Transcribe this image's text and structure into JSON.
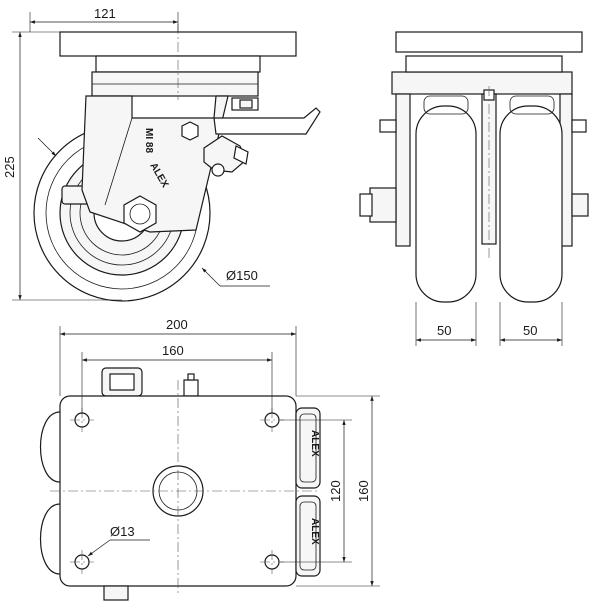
{
  "dimensions": {
    "width_121": "121",
    "height_225": "225",
    "wheel_diameter": "Ø150",
    "wheel_width_left": "50",
    "wheel_width_right": "50",
    "plate_length": "200",
    "hole_spacing_length": "160",
    "hole_spacing_width": "120",
    "plate_width": "160",
    "bolt_hole_diameter": "Ø13"
  },
  "brand": {
    "name": "ALEX"
  },
  "colors": {
    "line": "#1a1a1a",
    "background": "#ffffff"
  }
}
